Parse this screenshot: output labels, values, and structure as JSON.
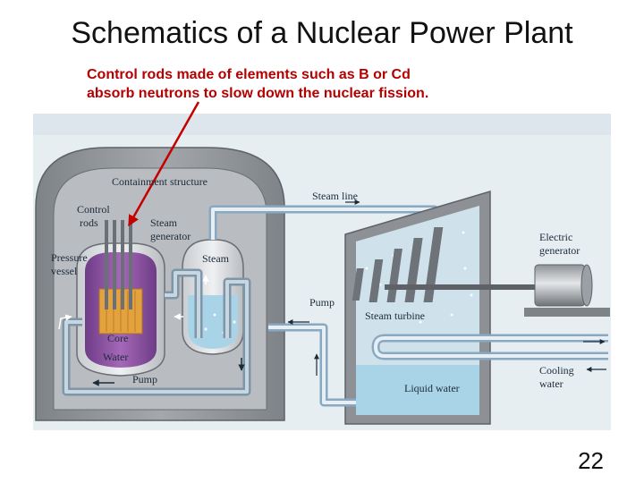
{
  "slide": {
    "title": "Schematics of a Nuclear Power Plant",
    "annotation_line1": "Control rods made of elements such as B or Cd",
    "annotation_line2": "absorb neutrons to slow down the nuclear fission.",
    "slide_number": "22"
  },
  "diagram": {
    "labels": {
      "containment": "Containment structure",
      "control_rods_1": "Control",
      "control_rods_2": "rods",
      "steam_generator_1": "Steam",
      "steam_generator_2": "generator",
      "pressure_vessel_1": "Pressure",
      "pressure_vessel_2": "vessel",
      "steam": "Steam",
      "core": "Core",
      "water": "Water",
      "pump_left": "Pump",
      "steam_line": "Steam line",
      "pump_right": "Pump",
      "steam_turbine": "Steam turbine",
      "electric_generator_1": "Electric",
      "electric_generator_2": "generator",
      "cooling_water_1": "Cooling",
      "cooling_water_2": "water",
      "liquid_water": "Liquid water"
    },
    "colors": {
      "annotation_red": "#b40000",
      "backdrop": "#e6eef2",
      "containment_gray": "#8d9196",
      "reactor_purple": "#8a4f9e",
      "core_orange": "#e3a23d",
      "water_blue": "#a9d3e6",
      "pipe_blue": "#9fc4dc"
    }
  }
}
